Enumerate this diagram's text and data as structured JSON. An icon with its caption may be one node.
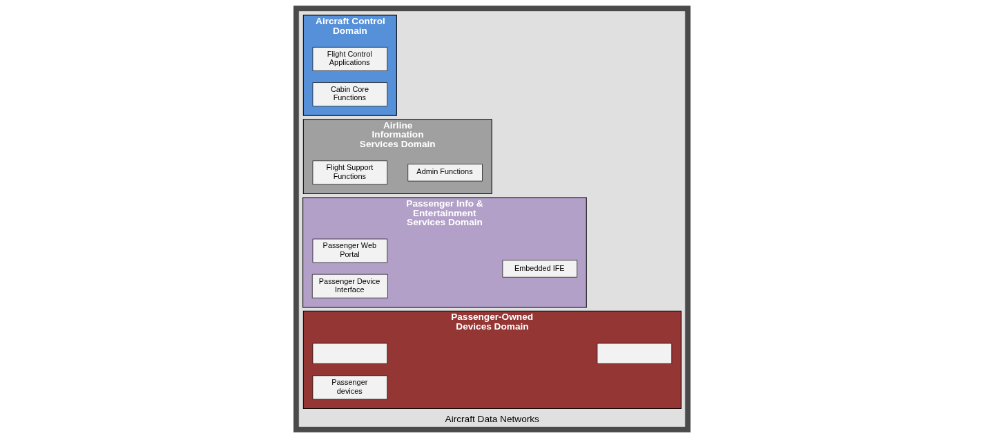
{
  "diagram": {
    "nodes": [
      {
        "text": [
          "Aircraft Data Networks"
        ]
      },
      {
        "text": [
          "Aircraft Control Domain"
        ],
        "in": 0
      },
      {
        "text": [
          "Flight Control Applications"
        ],
        "in": 1
      },
      {
        "text": [
          "Cabin Core Functions"
        ],
        "in": 1
      },
      {
        "text": [
          "Airline Information Services Domain"
        ],
        "in": 0
      },
      {
        "text": [
          "Admin Functions"
        ],
        "in": 4
      },
      {
        "text": [
          "Flight Support Functions"
        ],
        "in": 4
      },
      {
        "text": [
          "Passenger Info & Entertainment Services Domain"
        ],
        "in": 0
      },
      {
        "text": [
          "Embedded IFE"
        ],
        "in": 7
      },
      {
        "text": [
          "Passenger Web Portal"
        ],
        "in": 7
      },
      {
        "text": [
          "Passenger Device Interface"
        ],
        "in": 7
      },
      {
        "text": [
          "Passenger-Owned Devices Domain"
        ],
        "in": 0
      },
      {
        "text": [],
        "shape": "box",
        "in": 11
      },
      {
        "text": [],
        "shape": "box",
        "in": 11
      },
      {
        "text": [
          "Passenger devices"
        ],
        "in": 11
      }
    ]
  }
}
